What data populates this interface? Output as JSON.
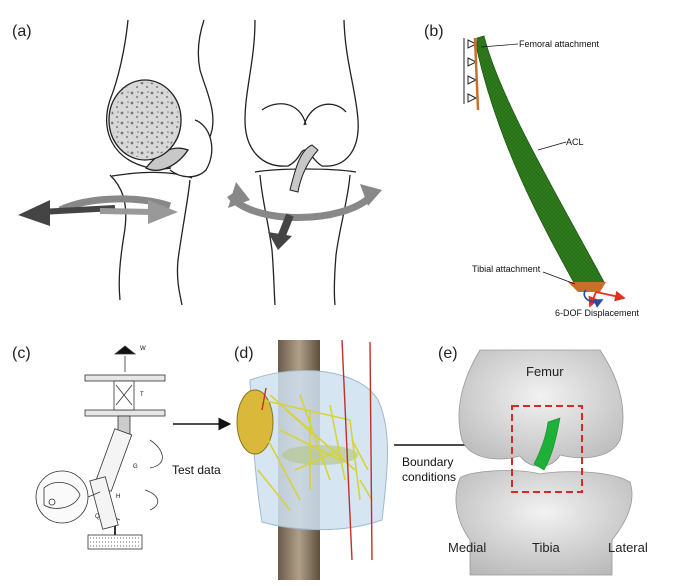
{
  "panels": {
    "a": {
      "label": "(a)"
    },
    "b": {
      "label": "(b)",
      "femoral_attachment": "Femoral attachment",
      "acl": "ACL",
      "tibial_attachment": "Tibial attachment",
      "displacement": "6-DOF Displacement"
    },
    "c": {
      "label": "(c)",
      "w": "W",
      "t": "T",
      "g": "G",
      "h": "H",
      "q": "Q"
    },
    "d": {
      "label": "(d)"
    },
    "e": {
      "label": "(e)",
      "femur": "Femur",
      "medial": "Medial",
      "tibia": "Tibia",
      "lateral": "Lateral"
    }
  },
  "arrows": {
    "test_data": "Test data",
    "boundary_line1": "Boundary",
    "boundary_line2": "conditions"
  },
  "colors": {
    "acl_green": "#2f7d1e",
    "attachment": "#c8702a",
    "arrow_red": "#e03020",
    "arrow_blue": "#2a4aa8",
    "bone_yellow": "#d9b83a",
    "ligament_yellow": "#d8d23a",
    "ligament_red": "#c0302a",
    "box_red": "#d42a2a",
    "acl_bright": "#1fb03a"
  }
}
